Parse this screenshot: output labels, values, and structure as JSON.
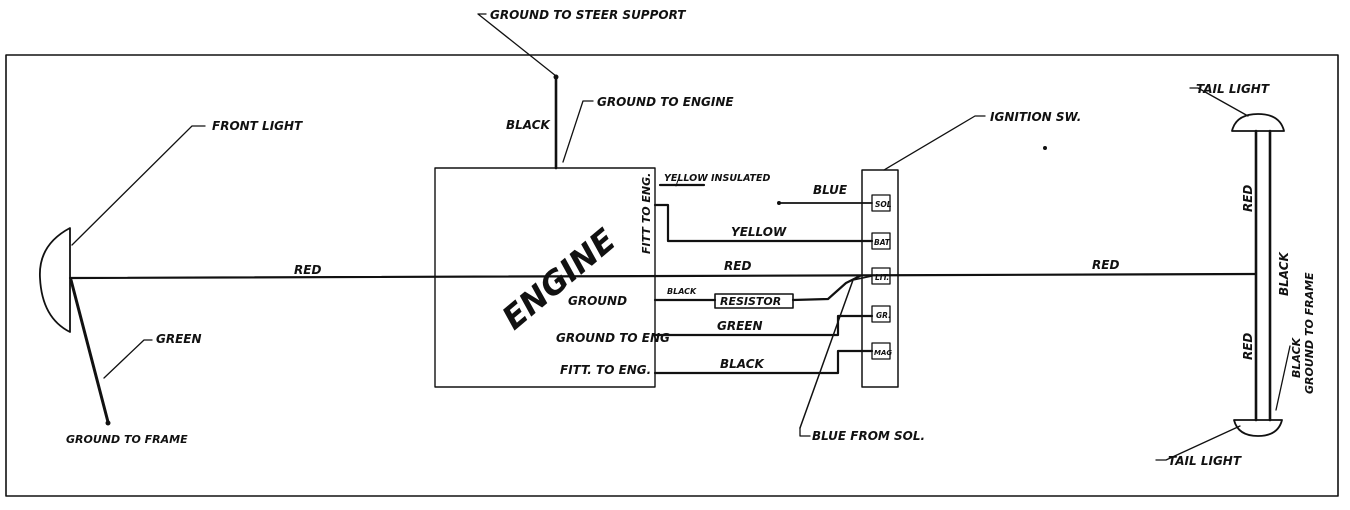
{
  "labels": {
    "ground_to_steer_support": "GROUND TO STEER SUPPORT",
    "black_top": "BLACK",
    "ground_to_engine": "GROUND TO ENGINE",
    "front_light": "FRONT LIGHT",
    "ignition_sw": "IGNITION SW.",
    "tail_light_top": "TAIL LIGHT",
    "tail_light_bottom": "TAIL LIGHT",
    "engine": "ENGINE",
    "fitt_to_eng_vertical": "FITT TO ENG.",
    "yellow_insulated": "YELLOW INSULATED",
    "blue": "BLUE",
    "yellow": "YELLOW",
    "red_left": "RED",
    "red_mid": "RED",
    "red_right": "RED",
    "red_vert_top": "RED",
    "red_vert_bottom": "RED",
    "black_vert": "BLACK",
    "black_ground_to_frame_1": "BLACK",
    "black_ground_to_frame_2": "GROUND TO FRAME",
    "ground": "GROUND",
    "black_small": "BLACK",
    "resistor": "RESISTOR",
    "ground_to_eng": "GROUND TO ENG",
    "green_mid": "GREEN",
    "fitt_to_eng": "FITT. TO ENG.",
    "black_bottom": "BLACK",
    "green_left": "GREEN",
    "ground_to_frame": "GROUND TO FRAME",
    "blue_from_sol": "BLUE FROM SOL."
  },
  "terminals": {
    "sol": "SOL",
    "bat": "BAT",
    "lit": "LIT.",
    "gr": "GR.",
    "mag": "MAG"
  }
}
